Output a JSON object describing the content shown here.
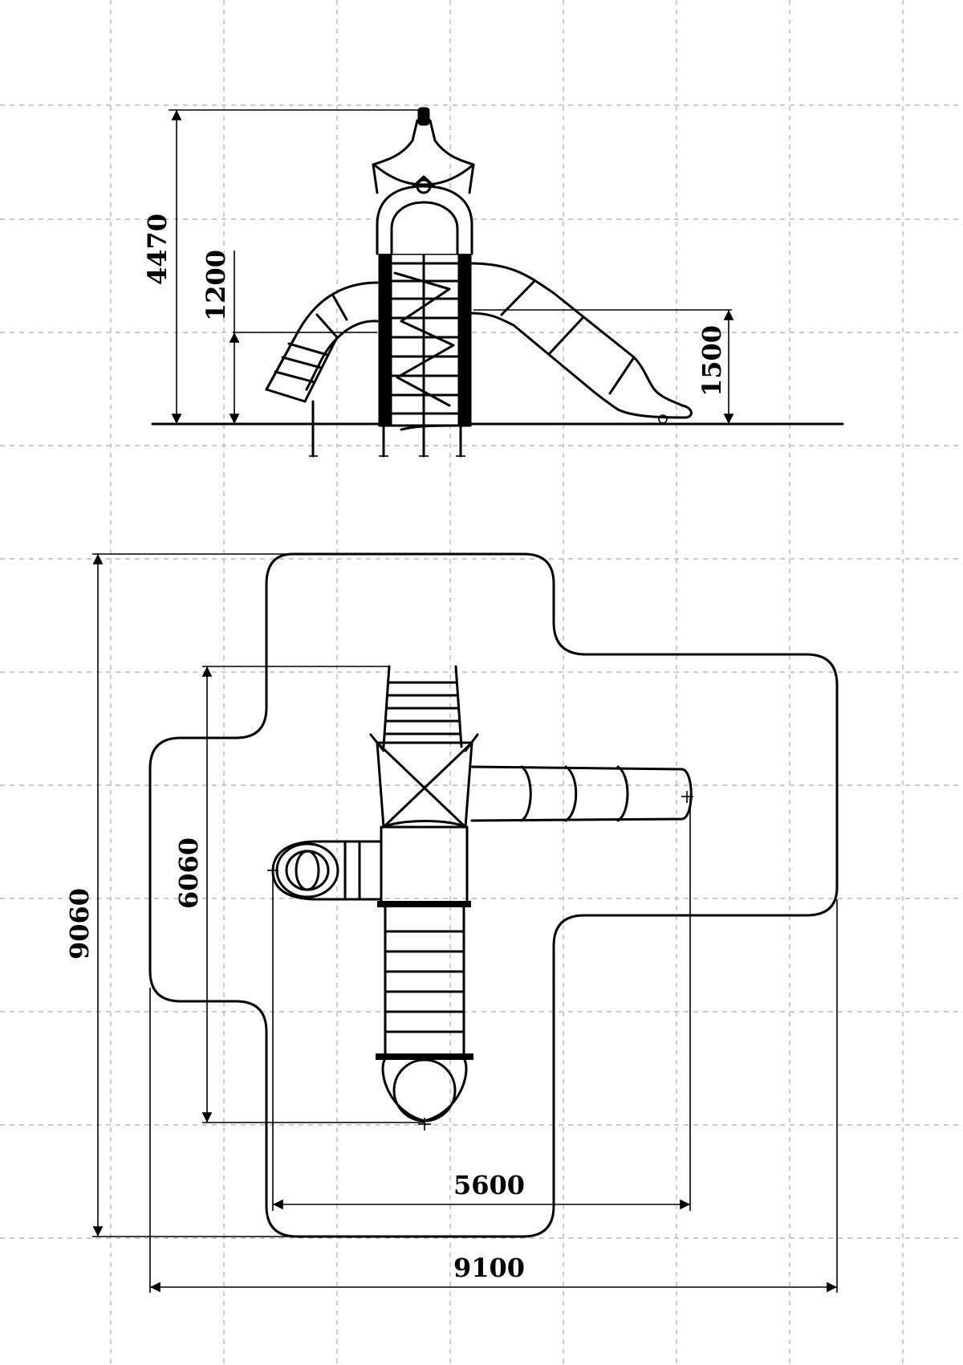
{
  "side_view": {
    "dim_total_height": "4470",
    "dim_platform_height": "1200",
    "dim_slide_height": "1500"
  },
  "plan_view": {
    "dim_overall_depth": "9060",
    "dim_structure_depth": "6060",
    "dim_structure_width": "5600",
    "dim_overall_width": "9100"
  },
  "colors": {
    "line": "#000000",
    "grid": "#b8b8b8",
    "background": "#ffffff"
  }
}
